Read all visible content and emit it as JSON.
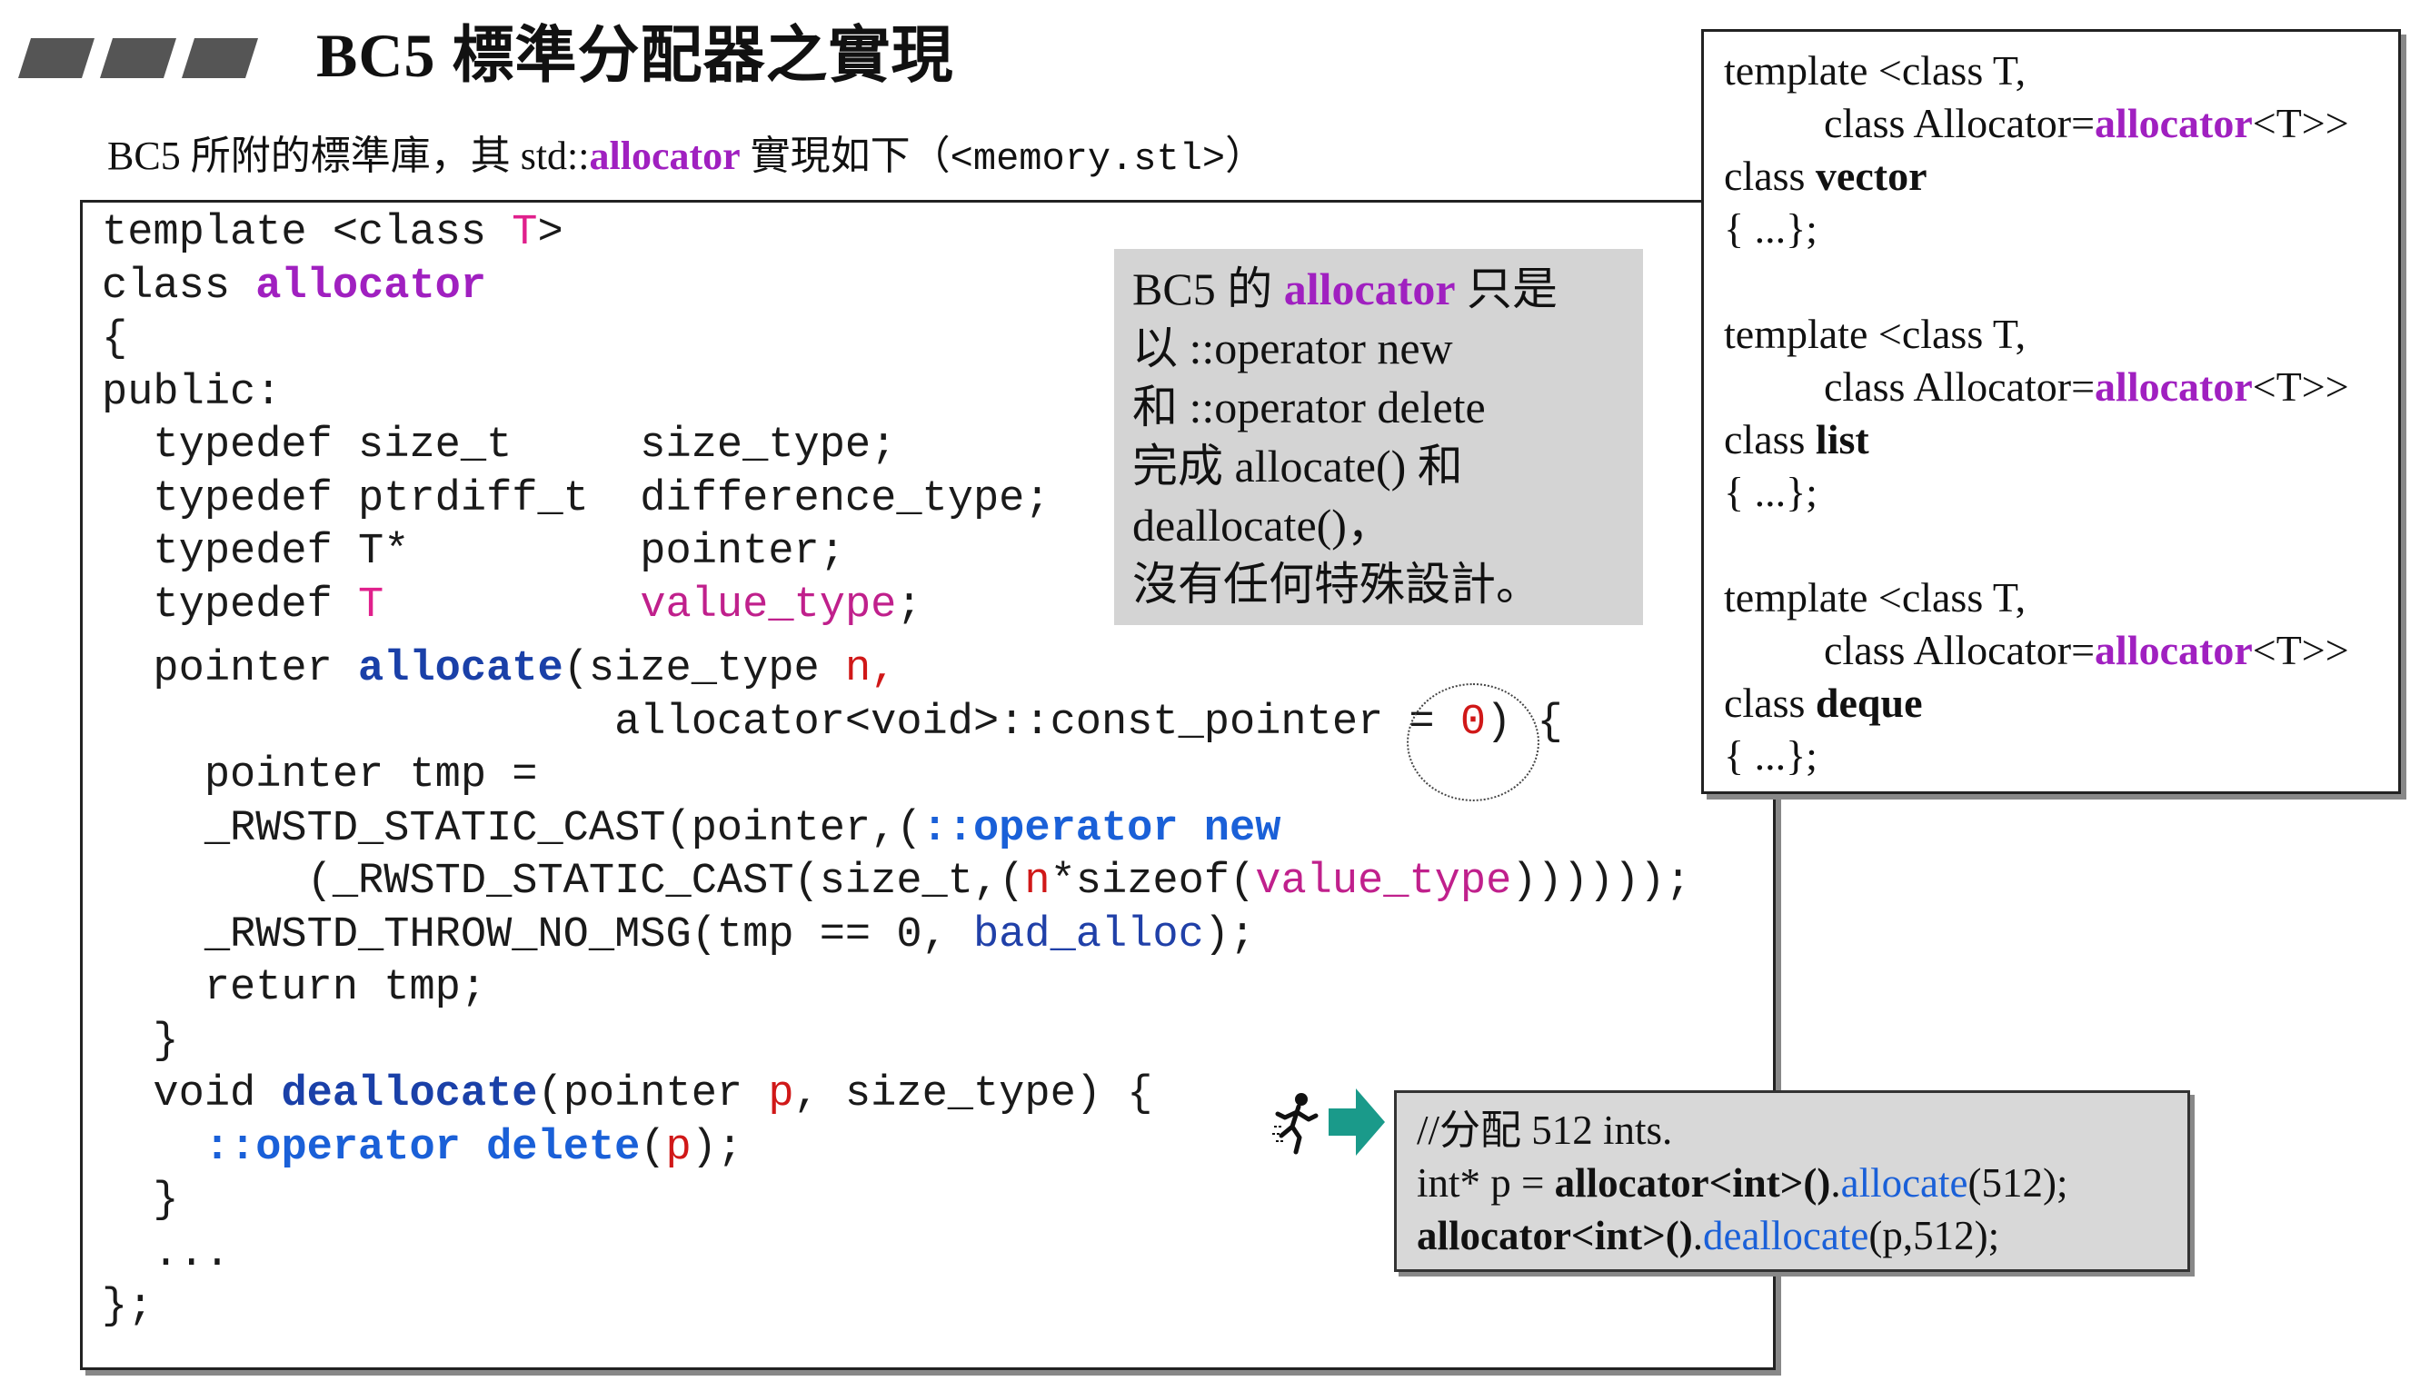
{
  "title": "BC5 標準分配器之實現",
  "subtitle": {
    "prefix": "BC5 所附的標準庫，其 std::",
    "keyword": "allocator",
    "middle": " 實現如下（",
    "file": "<memory.stl>",
    "suffix": "）"
  },
  "code": {
    "l1a": "template <class ",
    "l1b": "T",
    "l1c": ">",
    "l2a": "class ",
    "l2b": "allocator",
    "l3": "{",
    "l4": "public:",
    "l5": "  typedef size_t     size_type;",
    "l6": "  typedef ptrdiff_t  difference_type;",
    "l7": "  typedef T*         pointer;",
    "l8a": "  typedef ",
    "l8b": "T",
    "l8c": "          ",
    "l8d": "value_type",
    "l8e": ";",
    "l9a": "  pointer ",
    "l9b": "allocate",
    "l9c": "(size_type ",
    "l9d": "n,",
    "l10a": "                    allocator<void>::const_pointer = ",
    "l10b": "0",
    "l10c": ") {",
    "l11": "    pointer tmp =",
    "l12a": "    _RWSTD_STATIC_CAST(pointer,(",
    "l12b": "::operator new",
    "l13a": "        (_RWSTD_STATIC_CAST(size_t,(",
    "l13b": "n",
    "l13c": "*sizeof(",
    "l13d": "value_type",
    "l13e": "))))));",
    "l14a": "    _RWSTD_THROW_NO_MSG(tmp == 0, ",
    "l14b": "bad_alloc",
    "l14c": ");",
    "l15": "    return tmp;",
    "l16": "  }",
    "l17a": "  void ",
    "l17b": "deallocate",
    "l17c": "(pointer ",
    "l17d": "p",
    "l17e": ", size_type) {",
    "l18a": "    ",
    "l18b": "::operator delete",
    "l18c": "(",
    "l18d": "p",
    "l18e": ");",
    "l19": "  }",
    "l20": "  ...",
    "l21": "};"
  },
  "note": {
    "l1a": "BC5 的 ",
    "l1b": "allocator",
    "l1c": " 只是",
    "l2": "以 ::operator new",
    "l3": "和 ::operator delete",
    "l4": "完成 allocate() 和",
    "l5": "deallocate()，",
    "l6": "沒有任何特殊設計。"
  },
  "sidebar": {
    "blocks": [
      {
        "l1": "template <class T,",
        "l2a": "class Allocator=",
        "l2b": "allocator",
        "l2c": "<T>>",
        "l3a": "class ",
        "l3b": "vector",
        "l4": "{ ...};"
      },
      {
        "l1": "template <class T,",
        "l2a": "class Allocator=",
        "l2b": "allocator",
        "l2c": "<T>>",
        "l3a": "class ",
        "l3b": "list",
        "l4": "{ ...};"
      },
      {
        "l1": "template <class T,",
        "l2a": "class Allocator=",
        "l2b": "allocator",
        "l2c": "<T>>",
        "l3a": "class ",
        "l3b": "deque",
        "l4": "{ ...};"
      }
    ]
  },
  "example": {
    "l1": "//分配 512 ints.",
    "l2a": "int* p = ",
    "l2b": "allocator<int>()",
    "l2c": ".",
    "l2d": "allocate",
    "l2e": "(512);",
    "l3a": "allocator<int>()",
    "l3b": ".",
    "l3c": "deallocate",
    "l3d": "(p,512);"
  },
  "colors": {
    "keyword_purple": "#a020c0",
    "type_pink": "#e0208c",
    "literal_red": "#d01818",
    "operator_blue": "#1a60d8",
    "note_background": "#d4d4d4",
    "arrow_teal": "#1a9a8a"
  },
  "icons": {
    "deco": "slanted-bars-decoration",
    "runner": "running-figure-icon",
    "arrow": "right-arrow-icon"
  }
}
